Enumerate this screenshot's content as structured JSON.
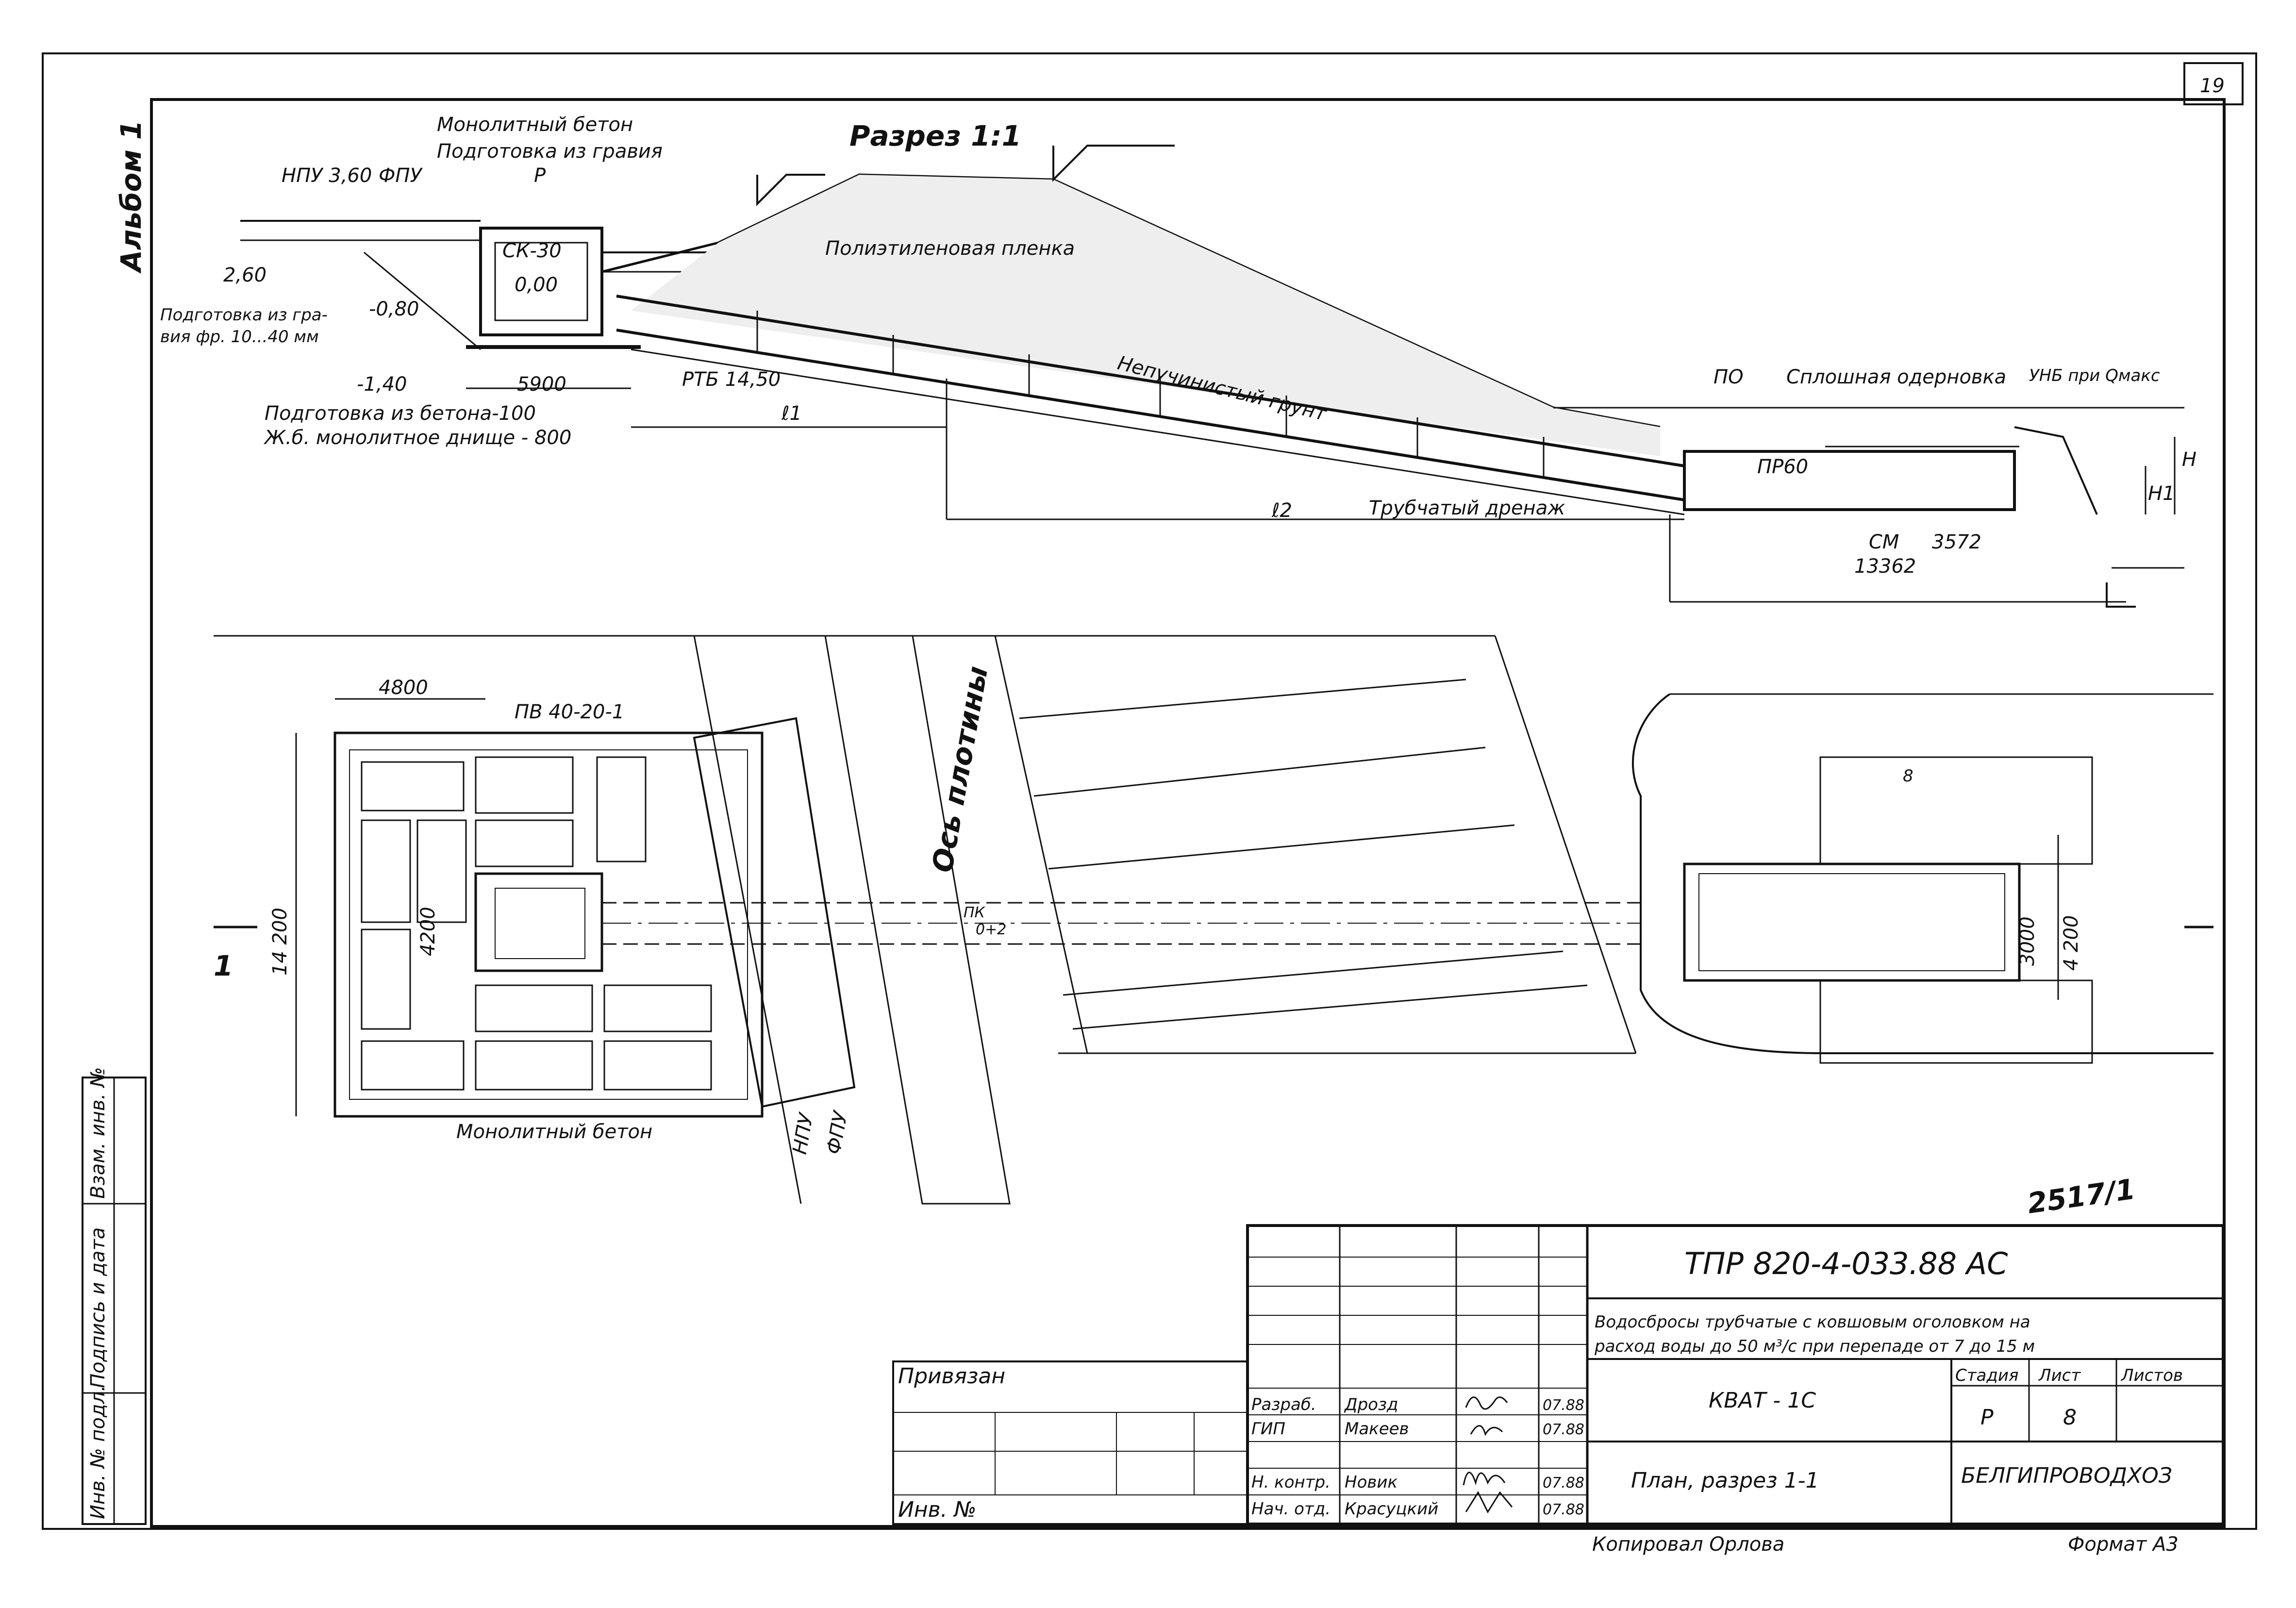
{
  "sheet_corner": "19",
  "album": "Альбом 1",
  "section": {
    "title": "Разрез 1:1",
    "labels": {
      "monolith": "Монолитный бетон",
      "gravel_prep": "Подготовка из гравия",
      "npu": "НПУ 3,60",
      "fpu": "ФПУ",
      "p": "Р",
      "sk30": "СК-30",
      "lvl000": "0,00",
      "lvl260": "2,60",
      "lvl080": "-0,80",
      "lvl140": "-1,40",
      "gravel_fr_1": "Подготовка из гра-",
      "gravel_fr_2": "вия фр. 10...40 мм",
      "d5900": "5900",
      "rtb": "РТБ 14,50",
      "concrete_prep": "Подготовка из бетона-100",
      "slab": "Ж.б. монолитное днище - 800",
      "l1": "ℓ1",
      "l2": "ℓ2",
      "polyethylene": "Полиэтиленовая пленка",
      "soil": "Непучинистый грунт",
      "drain": "Трубчатый дренаж",
      "po": "ПО",
      "turf": "Сплошная одерновка",
      "unb": "УНБ при Qмакс",
      "pr60": "ПР60",
      "h": "Н",
      "h1": "Н1",
      "sm": "СМ",
      "d3572": "3572",
      "d13362": "13362"
    }
  },
  "plan": {
    "labels": {
      "d4800": "4800",
      "pv": "ПВ 40-20-1",
      "d14200": "14 200",
      "d4200a": "4200",
      "axis": "Ось плотины",
      "pk": "ПК",
      "pk2": "0+2",
      "monolith": "Монолитный бетон",
      "npu": "НПУ",
      "fpu": "ФПУ",
      "d3000": "3000",
      "d4200b": "4 200",
      "cut": "1",
      "dist_mark": "8"
    }
  },
  "stamp": "2517/1",
  "title_block": {
    "code": "ТПР 820-4-033.88   АС",
    "desc_1": "Водосбросы трубчатые с ковшовым оголовком на",
    "desc_2": "расход воды до 50 м³/с  при перепаде  от 7 до 15 м",
    "bound": "Привязан",
    "inv": "Инв. №",
    "roles": [
      "Разраб.",
      "ГИП",
      "Н. контр.",
      "Нач. отд."
    ],
    "names": [
      "Дрозд",
      "Макеев",
      "Новик",
      "Красуцкий"
    ],
    "dates": [
      "07.88",
      "07.88",
      "07.88",
      "07.88"
    ],
    "kvat": "КВАТ - 1С",
    "stage_h": "Стадия",
    "sheet_h": "Лист",
    "sheets_h": "Листов",
    "stage": "Р",
    "sheet": "8",
    "plan_title": "План, разрез 1-1",
    "org": "БЕЛГИПРОВОДХОЗ"
  },
  "left_strip": [
    "Инв. № подл.",
    "Подпись и дата",
    "Взам. инв. №"
  ],
  "footer": {
    "copied": "Копировал Орлова",
    "format": "Формат А3"
  }
}
